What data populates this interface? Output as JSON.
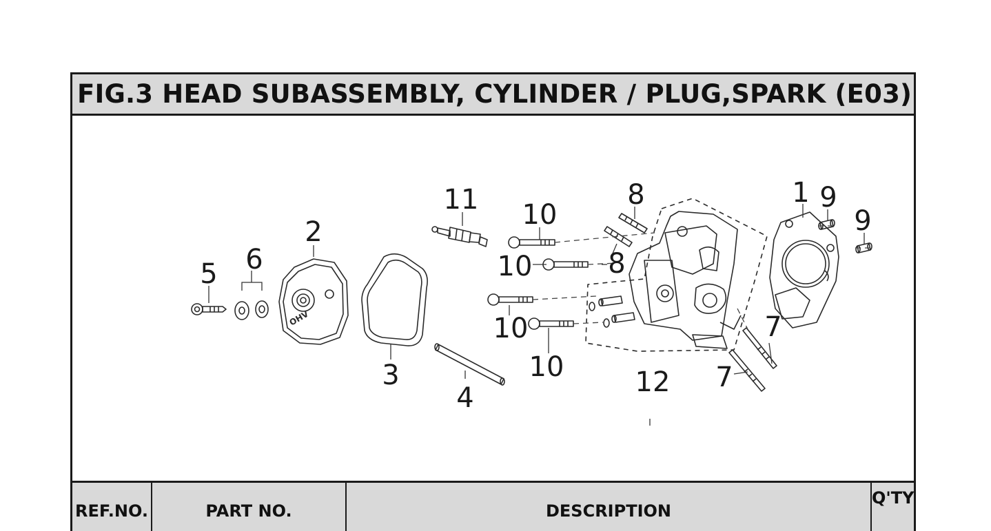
{
  "title": "FIG.3 HEAD SUBASSEMBLY, CYLINDER / PLUG,SPARK  (E03)",
  "table": {
    "columns": [
      "REF.NO.",
      "PART NO.",
      "DESCRIPTION",
      "Q'TY"
    ]
  },
  "callouts": {
    "c1": "1",
    "c2": "2",
    "c3": "3",
    "c4": "4",
    "c5": "5",
    "c6": "6",
    "c7a": "7",
    "c7b": "7",
    "c8a": "8",
    "c8b": "8",
    "c9a": "9",
    "c9b": "9",
    "c10a": "10",
    "c10b": "10",
    "c10c": "10",
    "c10d": "10",
    "c11": "11",
    "c12": "12"
  },
  "diagram_labels": {
    "cover_marking": "OHV"
  },
  "colors": {
    "header_bg": "#d9d9d9",
    "border": "#1a1a1a",
    "line_art": "#2a2a2a"
  }
}
